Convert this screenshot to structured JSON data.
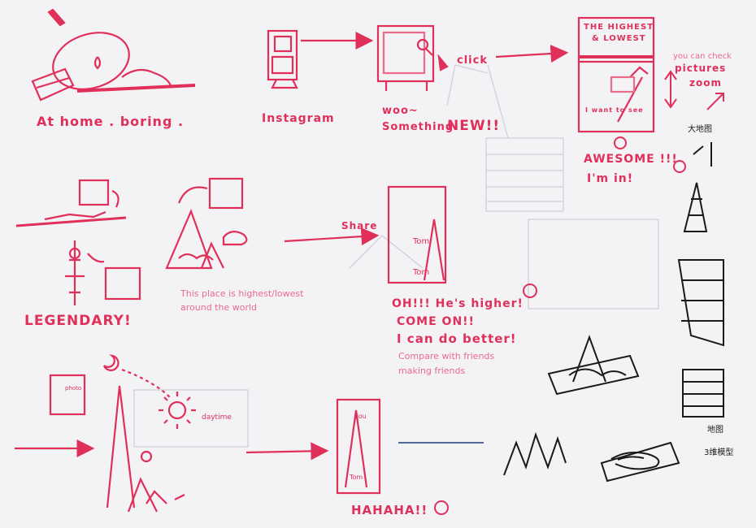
{
  "colors": {
    "paper": "#f3f3f6",
    "ink_red": "#e0305a",
    "ink_pink": "#ec6a8a",
    "ink_black": "#1a1a1a",
    "ink_blue": "#2d4a8a",
    "faint": "#c9c9d4"
  },
  "labels": {
    "at_home": "At home . boring .",
    "instagram": "Instagram",
    "woo": "woo~",
    "something": "Something",
    "new": "NEW!!",
    "click": "click",
    "highest_1": "THE HIGHEST",
    "highest_2": "& LOWEST",
    "want_see": "I want to see",
    "you_can_check": "you can check",
    "pictures": "pictures",
    "zoom": "zoom",
    "awesome": "AWESOME !!!",
    "im_in": "I'm in!",
    "legendary": "LEGENDARY!",
    "place_desc_1": "This place is highest/lowest",
    "place_desc_2": "around the world",
    "share": "Share",
    "tom_1": "Tom",
    "tom_2": "Tom",
    "ohh": "OH!!! He's higher!",
    "come_on": "COME ON!!",
    "better": "I can do better!",
    "compare_1": "Compare with friends",
    "compare_2": "making friends",
    "hahaha": "HAHAHA!!",
    "sketch_note_1": "大地图",
    "sketch_note_2": "地图",
    "sketch_note_3": "3维模型",
    "sun_note": "daytime",
    "photo_label_1": "photo",
    "photo_label_2": "you",
    "photo_label_3": "Tom"
  },
  "icons": [
    "pencil-icon",
    "magnifier-icon",
    "smiley-icon",
    "sun-icon",
    "moon-icon",
    "mountain-icon",
    "cloud-icon",
    "tower-icon",
    "double-arrow-icon",
    "heart-smiley-icon"
  ]
}
